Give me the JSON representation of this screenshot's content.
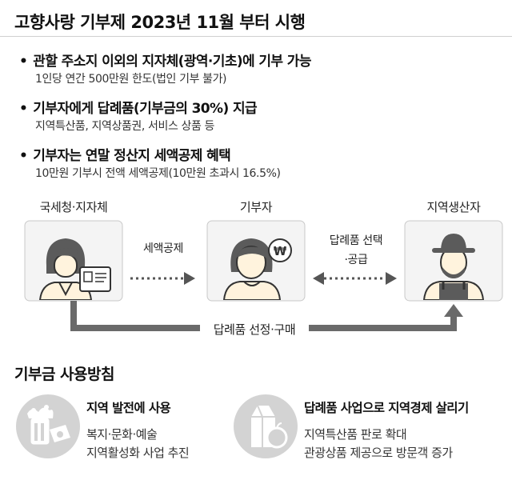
{
  "title": "고향사랑 기부제 2023년 11월 부터 시행",
  "bullets": [
    {
      "head": "관할 주소지 이외의 지자체(광역·기초)에 기부 가능",
      "sub": "1인당 연간 500만원 한도(법인 기부 불가)"
    },
    {
      "head": "기부자에게 답례품(기부금의 30%) 지급",
      "sub": "지역특산품, 지역상품권, 서비스 상품 등"
    },
    {
      "head": "기부자는 연말 정산지 세액공제 혜택",
      "sub": "10만원 기부시 전액 세액공제(10만원 초과시 16.5%)"
    }
  ],
  "flow": {
    "nodes": [
      {
        "label": "국세청·지자체",
        "icon": "official-icon"
      },
      {
        "label": "기부자",
        "icon": "donor-icon"
      },
      {
        "label": "지역생산자",
        "icon": "farmer-icon"
      }
    ],
    "arrow1_label": "세액공제",
    "arrow2_label_line1": "답례품 선택",
    "arrow2_label_line2": "·공급",
    "bottom_label": "답례품 선정·구매",
    "won_symbol": "₩"
  },
  "usage": {
    "title": "기부금 사용방침",
    "items": [
      {
        "heading": "지역 발전에 사용",
        "line1": "복지·문화·예술",
        "line2": "지역활성화 사업 추진",
        "icon": "donation-icon"
      },
      {
        "heading": "답례품 사업으로 지역경제 살리기",
        "line1": "지역특산품 판로 확대",
        "line2": "관광상품 제공으로 방문객 증가",
        "icon": "produce-icon"
      }
    ]
  },
  "colors": {
    "dark": "#5b5b5b",
    "box": "#f4f4f4",
    "circle": "#d3d3d3",
    "skin": "#fff3dd"
  }
}
